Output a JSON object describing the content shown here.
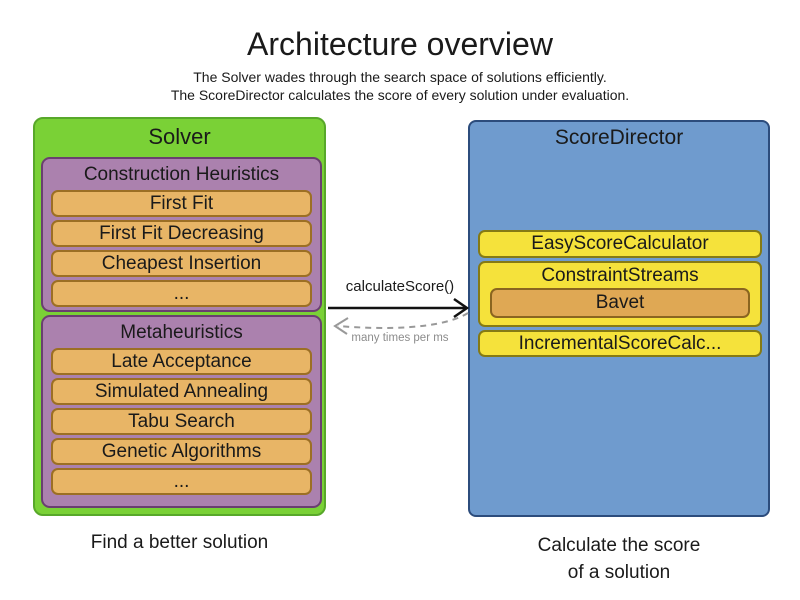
{
  "title": "Architecture overview",
  "subtitle_lines": [
    "The Solver wades through the search space of solutions efficiently.",
    "The ScoreDirector calculates the score of every solution under evaluation."
  ],
  "solver": {
    "label": "Solver",
    "caption": "Find a better solution",
    "groups": [
      {
        "label": "Construction Heuristics",
        "items": [
          "First Fit",
          "First Fit Decreasing",
          "Cheapest Insertion",
          "..."
        ]
      },
      {
        "label": "Metaheuristics",
        "items": [
          "Late Acceptance",
          "Simulated Annealing",
          "Tabu Search",
          "Genetic Algorithms",
          "..."
        ]
      }
    ]
  },
  "score_director": {
    "label": "ScoreDirector",
    "caption_lines": [
      "Calculate the score",
      "of a solution"
    ],
    "calculators": [
      {
        "label": "EasyScoreCalculator"
      },
      {
        "label": "ConstraintStreams",
        "sub_item": "Bavet"
      },
      {
        "label": "IncrementalScoreCalc..."
      }
    ]
  },
  "interaction": {
    "call_label": "calculateScore()",
    "frequency_label": "many times per ms"
  },
  "colors": {
    "solver_fill": "#7ad136",
    "solver_border": "#58a82a",
    "group_fill": "#ab81ae",
    "group_border": "#6a3f70",
    "item_fill": "#e8b566",
    "item_border": "#9c6f24",
    "score_director_fill": "#6f9bce",
    "score_director_border": "#2c4c7c",
    "calculator_fill": "#f5e23b",
    "calculator_border": "#857a14",
    "bavet_fill": "#dfa854",
    "bavet_border": "#8a6520",
    "arrow_solid": "#111111",
    "arrow_dashed": "#999999",
    "text": "#1a1a1a",
    "muted_text": "#8c8c8c"
  }
}
